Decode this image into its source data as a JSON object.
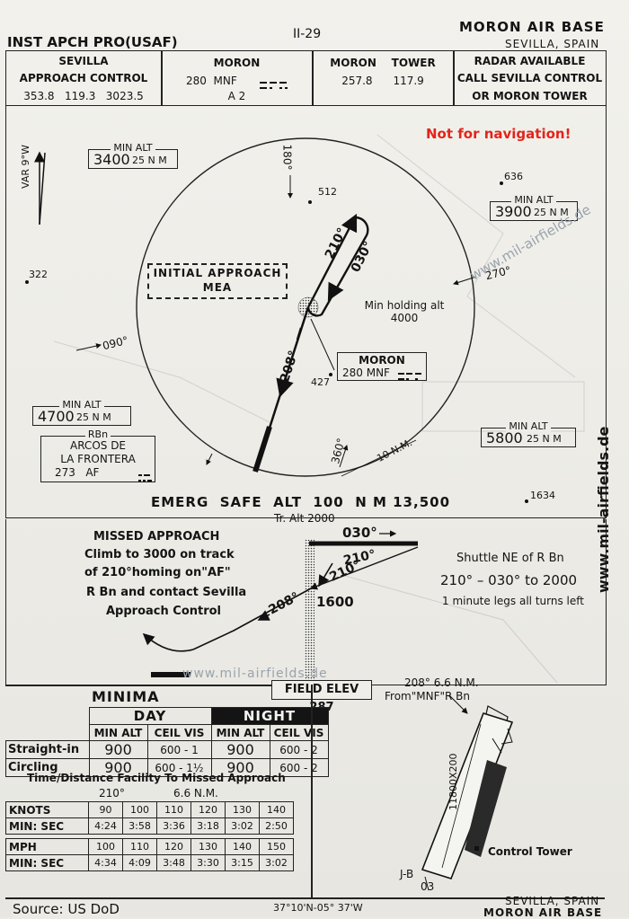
{
  "header": {
    "page_no": "II-29",
    "title_left": "INST APCH PRO(USAF)",
    "title_right": "MORON AIR BASE",
    "subtitle_right": "SEVILLA, SPAIN"
  },
  "comm": {
    "approach": {
      "line1": "SEVILLA",
      "line2": "APPROACH CONTROL",
      "freqs": "353.8   119.3   3023.5"
    },
    "moron": {
      "label": "MORON",
      "freq": "280  MNF",
      "code": "A 2"
    },
    "tower": {
      "label": "MORON    TOWER",
      "freqs": "257.8      117.9"
    },
    "radar": {
      "line1": "RADAR AVAILABLE",
      "line2": "CALL SEVILLA CONTROL",
      "line3": "OR  MORON TOWER"
    }
  },
  "plan": {
    "not_for_nav": "Not for navigation!",
    "watermark": "www.mil-airfields.de",
    "var": "VAR 9°W",
    "min_alt_nw": {
      "label": "MIN ALT",
      "value": "3400",
      "unit": "25 N M"
    },
    "min_alt_ne": {
      "label": "MIN ALT",
      "value": "3900",
      "unit": "25 N M"
    },
    "min_alt_sw": {
      "label": "MIN ALT",
      "value": "4700",
      "unit": "25 N M"
    },
    "min_alt_se": {
      "label": "MIN ALT",
      "value": "5800",
      "unit": "25 N M"
    },
    "spot_636": "636",
    "spot_512": "512",
    "spot_322": "322",
    "spot_427": "427",
    "spot_1634": "1634",
    "r180": "180°",
    "r270": "270°",
    "r090": "090°",
    "r360": "360°",
    "r210": "210°",
    "r030": "030°",
    "r208": "208°",
    "tenm": "10 N.M.",
    "iap_1": "INITIAL APPROACH",
    "iap_2": "MEA",
    "holding_1": "Min holding alt",
    "holding_2": "4000",
    "moron_box_1": "MORON",
    "moron_box_2": "280 MNF",
    "arcos_1": "RBn",
    "arcos_2": "ARCOS  DE",
    "arcos_3": "LA FRONTERA",
    "arcos_4": "273   AF",
    "emerg": "EMERG  SAFE  ALT  100  N M 13,500",
    "tralt": "Tr. Alt 2000"
  },
  "profile": {
    "ma_1": "MISSED APPROACH",
    "ma_2": "Climb to 3000 on track",
    "ma_3": "of  210°homing on\"AF\"",
    "ma_4": "R Bn and contact  Sevilla",
    "ma_5": "Approach Control",
    "p030": "030°",
    "p210a": "210°",
    "p210b": "210°",
    "p208": "208°",
    "p1600": "1600",
    "shuttle_1": "Shuttle NE of R Bn",
    "shuttle_2": "210° – 030° to  2000",
    "shuttle_3": "1 minute legs all turns left"
  },
  "minima": {
    "title": "MINIMA",
    "field_elev": "FIELD ELEV  287",
    "day": "DAY",
    "night": "NIGHT",
    "cols": [
      "MIN ALT",
      "CEIL VIS",
      "MIN ALT",
      "CEIL VIS"
    ],
    "rows": [
      {
        "label": "Straight-in",
        "d_alt": "900",
        "d_cv": "600 - 1",
        "n_alt": "900",
        "n_cv": "600 - 2"
      },
      {
        "label": "Circling",
        "d_alt": "900",
        "d_cv": "600 - 1½",
        "n_alt": "900",
        "n_cv": "600 - 2"
      }
    ],
    "time_title": "Time/Distance Facility To Missed Approach",
    "course": "210°",
    "dist": "6.6 N.M.",
    "knots_label": "KNOTS",
    "knots": [
      "90",
      "100",
      "110",
      "120",
      "130",
      "140"
    ],
    "ksec_label": "MIN:   SEC",
    "ksec": [
      "4:24",
      "3:58",
      "3:36",
      "3:18",
      "3:02",
      "2:50"
    ],
    "mph_label": "MPH",
    "mph": [
      "100",
      "110",
      "120",
      "130",
      "140",
      "150"
    ],
    "msec_label": "MIN:   SEC",
    "msec": [
      "4:34",
      "4:09",
      "3:48",
      "3:30",
      "3:15",
      "3:02"
    ]
  },
  "airport": {
    "dist_1": "208° 6.6 N.M.",
    "dist_2": "From\"MNF\"R Bn",
    "rwy": "11800X200",
    "tower": "Control Tower",
    "jb": "J-B",
    "rwy_end": "03"
  },
  "footer": {
    "source": "Source: US DoD",
    "coords": "37°10'N-05° 37'W",
    "loc": "SEVILLA, SPAIN",
    "name": "MORON  AIR  BASE"
  }
}
